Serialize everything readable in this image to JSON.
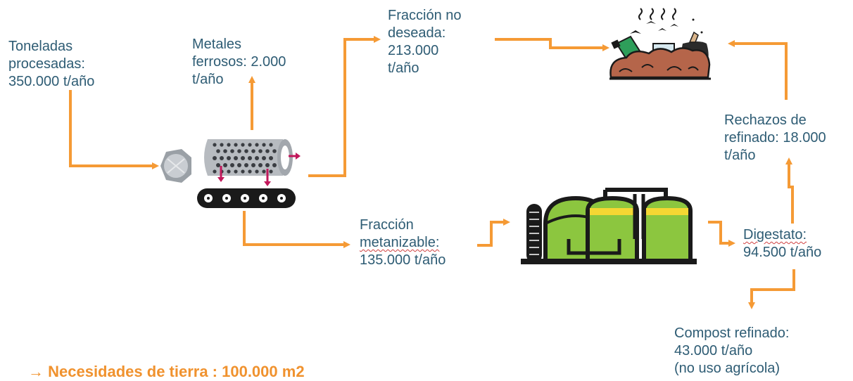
{
  "colors": {
    "arrow": "#f59a35",
    "text": "#2e5c74",
    "accent": "#f0922e",
    "dark": "#1a1a1a",
    "green": "#8cc63f",
    "yellow": "#f5d733",
    "soil": "#b5654a",
    "drum": "#b0b3b8",
    "pink": "#c2185b"
  },
  "labels": {
    "toneladas": [
      "Toneladas",
      "procesadas:",
      "350.000 t/año"
    ],
    "metales": [
      "Metales",
      "ferrosos: 2.000",
      "t/año"
    ],
    "no_deseada": [
      "Fracción no",
      "deseada:",
      "213.000",
      "t/año"
    ],
    "metanizable": [
      "Fracción",
      "metanizable:",
      "135.000 t/año"
    ],
    "rechazos": [
      "Rechazos de",
      "refinado: 18.000",
      "t/año"
    ],
    "digestato": [
      "Digestato:",
      "94.500 t/año"
    ],
    "compost": [
      "Compost refinado:",
      "43.000 t/año",
      "(no uso agrícola)"
    ]
  },
  "footer": "→  Necesidades de tierra : 100.000 m2",
  "icons": {
    "separator": "trommel-separator-icon",
    "landfill": "landfill-icon",
    "digester": "biogas-plant-icon"
  }
}
